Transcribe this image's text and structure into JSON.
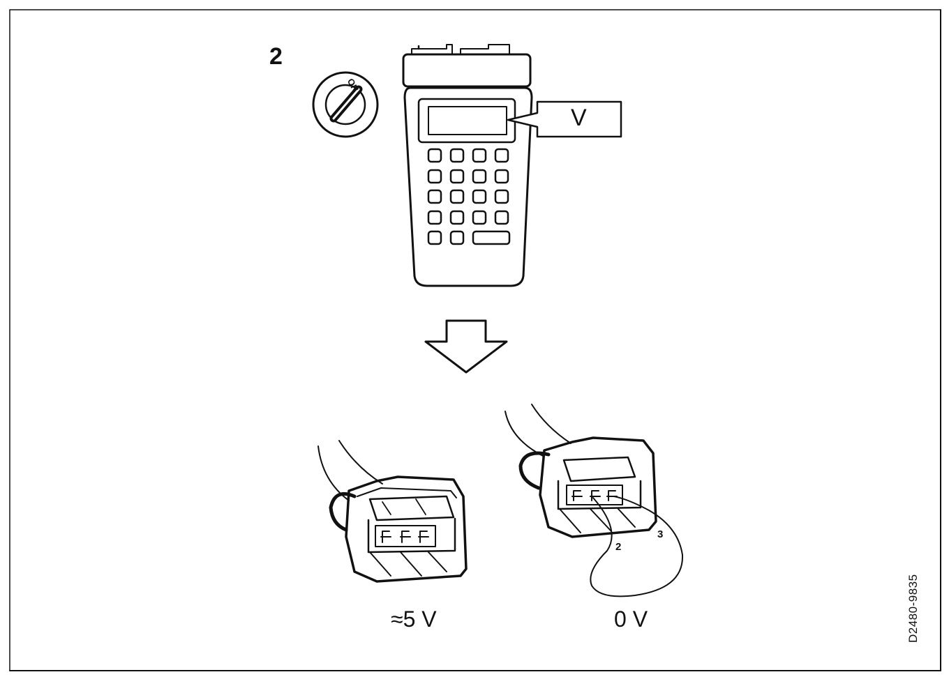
{
  "step_number": "2",
  "key_position_label": "ON",
  "tester_display_callout": "V",
  "connector_left_value": "≈5 V",
  "connector_right_value": "0 V",
  "jumper_pins": [
    "2",
    "3"
  ],
  "figure_reference": "D2480-9835"
}
